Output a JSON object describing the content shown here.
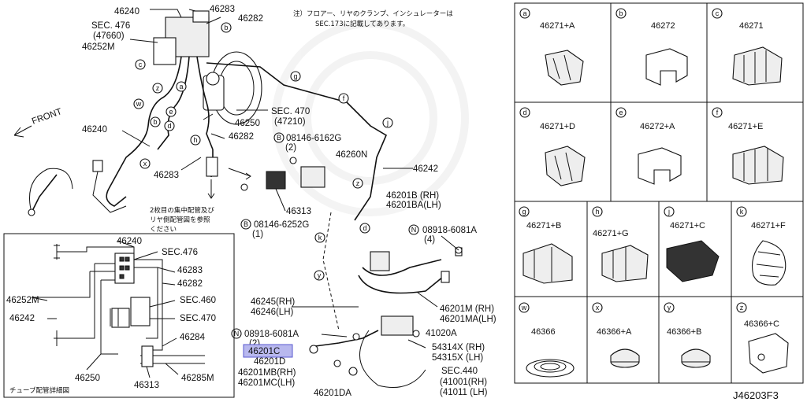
{
  "diagram_code": "J46203F3",
  "note_text": {
    "line1": "注）フロアー、リヤのクランプ、インシュレーターは",
    "line2": "SEC.173に記載してあります。"
  },
  "front_label": "FRONT",
  "callout_note": {
    "line1": "2枚目の集中配管及び",
    "line2": "リヤ側配管図を参照",
    "line3": "ください"
  },
  "inset_caption": "チューブ配管詳細図",
  "labels": {
    "p46240_top": "46240",
    "p46283_top": "46283",
    "p46282_top": "46282",
    "sec476_main": "SEC. 476",
    "sec476_sub": "(47660)",
    "p46252m": "46252M",
    "p46240_left": "46240",
    "p46283_mid": "46283",
    "p46250": "46250",
    "p46282_mid": "46282",
    "sec470_main": "SEC. 470",
    "sec470_sub": "(47210)",
    "b08146_6162g": "08146-6162G",
    "b08146_6162g_qty": "(2)",
    "p46260n": "46260N",
    "p46313": "46313",
    "b08146_6252g": "08146-6252G",
    "b08146_6252g_qty": "(1)",
    "p46242": "46242",
    "p46201b": "46201B (RH)",
    "p46201ba": "46201BA(LH)",
    "n08918_6081a_top": "08918-6081A",
    "n08918_6081a_top_qty": "(4)",
    "p46245": "46245(RH)",
    "p46246": "46246(LH)",
    "p46201m": "46201M (RH)",
    "p46201ma": "46201MA(LH)",
    "n08918_6081a_bot": "08918-6081A",
    "n08918_6081a_bot_qty": "(2)",
    "p46201c": "46201C",
    "p41020a": "41020A",
    "p46201d": "46201D",
    "p54314x": "54314X (RH)",
    "p54315x": "54315X (LH)",
    "p46201mb": "46201MB(RH)",
    "p46201mc": "46201MC(LH)",
    "sec440_main": "SEC.440",
    "sec440_41001": "(41001(RH)",
    "sec440_41011": "(41011 (LH)",
    "p46201da": "46201DA"
  },
  "inset_labels": {
    "i46240": "46240",
    "isec476": "SEC.476",
    "i46283": "46283",
    "i46282": "46282",
    "i46252m": "46252M",
    "isec460": "SEC.460",
    "i46242": "46242",
    "isec470": "SEC.470",
    "i46284": "46284",
    "i46250": "46250",
    "i46313": "46313",
    "i46285m": "46285M"
  },
  "letters": {
    "a": "a",
    "b": "b",
    "c": "c",
    "d": "d",
    "e": "e",
    "f": "f",
    "g": "g",
    "h": "h",
    "j": "j",
    "k": "k",
    "w": "w",
    "x": "x",
    "y": "y",
    "z": "z",
    "B": "B",
    "N": "N"
  },
  "clip_grid": [
    {
      "letter": "a",
      "part": "46271+A"
    },
    {
      "letter": "b",
      "part": "46272"
    },
    {
      "letter": "c",
      "part": "46271"
    },
    {
      "letter": "d",
      "part": "46271+D"
    },
    {
      "letter": "e",
      "part": "46272+A"
    },
    {
      "letter": "f",
      "part": "46271+E"
    },
    {
      "letter": "g",
      "part": "46271+B"
    },
    {
      "letter": "h",
      "part": "46271+G"
    },
    {
      "letter": "j",
      "part": "46271+C"
    },
    {
      "letter": "k",
      "part": "46271+F"
    },
    {
      "letter": "w",
      "part": "46366"
    },
    {
      "letter": "x",
      "part": "46366+A"
    },
    {
      "letter": "y",
      "part": "46366+B"
    },
    {
      "letter": "z",
      "part": "46366+C"
    }
  ],
  "highlight_color": "#b8b8ee"
}
